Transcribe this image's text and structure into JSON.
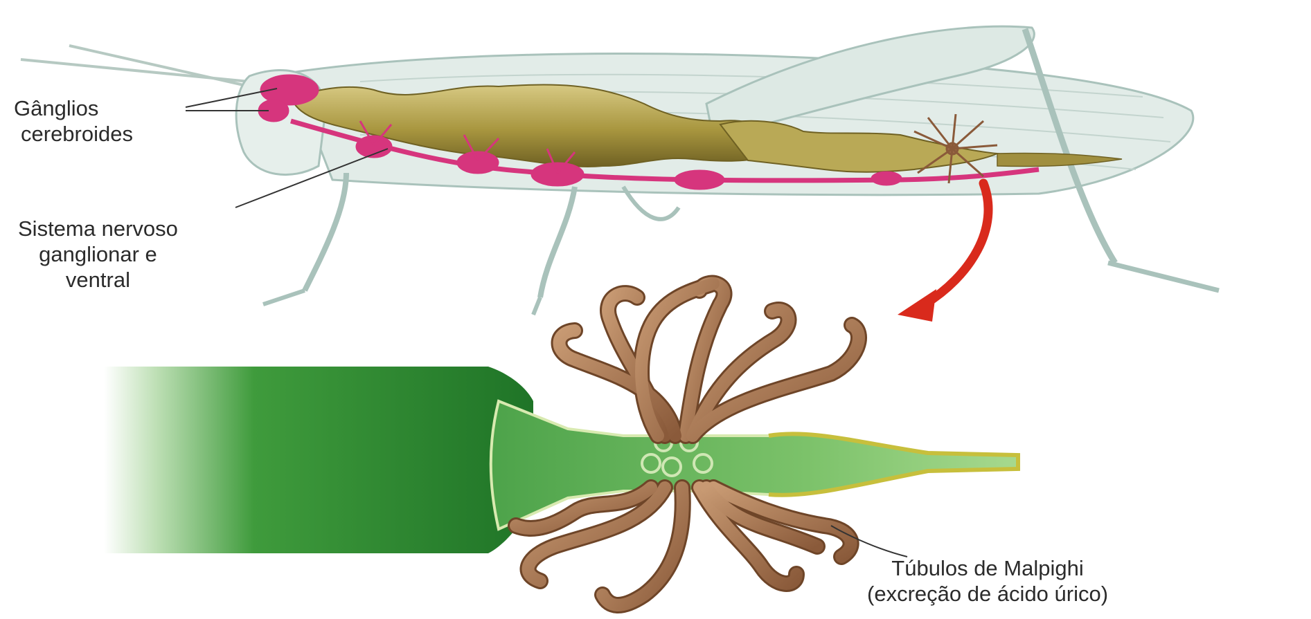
{
  "labels": {
    "ganglia": [
      "Gânglios",
      "cerebroides"
    ],
    "nervous_system": [
      "Sistema nervoso",
      "ganglionar e",
      "ventral"
    ],
    "malpighi": [
      "Túbulos de Malpighi",
      "(excreção de ácido úrico)"
    ]
  },
  "colors": {
    "body_outline": "#a9c2bb",
    "body_fill": "#dde9e4",
    "gut": "#9c8a3a",
    "nerve": "#d6357d",
    "tubules": "#9a6846",
    "intestine": "#2f8a33",
    "arrow": "#d92a1c"
  }
}
